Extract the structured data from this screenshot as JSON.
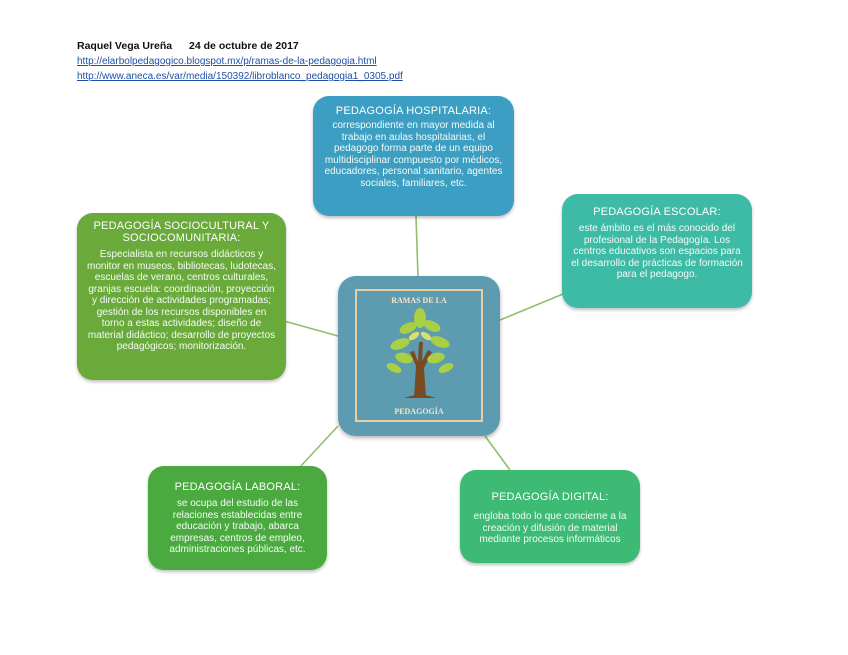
{
  "header": {
    "author": "Raquel Vega Ureña",
    "date": "24 de octubre de 2017",
    "links": [
      "http://elarbolpedagogico.blogspot.mx/p/ramas-de-la-pedagogia.html",
      "http://www.aneca.es/var/media/150392/libroblanco_pedagogia1_0305.pdf"
    ]
  },
  "center": {
    "title_top": "RAMAS DE LA",
    "title_bottom": "PEDAGOGÍA"
  },
  "branches": [
    {
      "title": "PEDAGOGÍA HOSPITALARIA:",
      "body": "correspondiente en mayor medida al trabajo en aulas hospitalarias, el pedagogo forma parte de un equipo multidisciplinar compuesto por médicos, educadores, personal sanitario, agentes sociales, familiares, etc.",
      "color": "#3c9ec2"
    },
    {
      "title": "PEDAGOGÍA ESCOLAR:",
      "body": "este ámbito es el más conocido del profesional de la Pedagogía. Los centros educativos son espacios para el desarrollo de prácticas de formación para el pedagogo.",
      "color": "#3ebba6"
    },
    {
      "title": "PEDAGOGÍA DIGITAL:",
      "body": "engloba todo lo que concierne a la creación y difusión de material mediante procesos informáticos",
      "color": "#3dba73"
    },
    {
      "title": "PEDAGOGÍA LABORAL:",
      "body": "se ocupa del estudio de las relaciones establecidas entre educación y trabajo, abarca empresas, centros de empleo, administraciones públicas, etc.",
      "color": "#4baa3f"
    },
    {
      "title": "PEDAGOGÍA SOCIOCULTURAL Y SOCIOCOMUNITARIA:",
      "body": "Especialista en recursos didácticos y monitor en museos, bibliotecas, ludotecas, escuelas de verano, centros culturales, granjas escuela: coordinación, proyección y dirección de actividades programadas; gestión de los recursos disponibles en torno a estas actividades; diseño de material didáctico; desarrollo de proyectos pedagógicos; monitorización.",
      "color": "#6aaa3a"
    }
  ],
  "colors": {
    "connector": "#8fbf6a",
    "center_bg": "#5d9bb0",
    "tree_trunk": "#7a4a22",
    "tree_leaf": "#a9cf45"
  },
  "icons": [
    "tree-icon"
  ]
}
